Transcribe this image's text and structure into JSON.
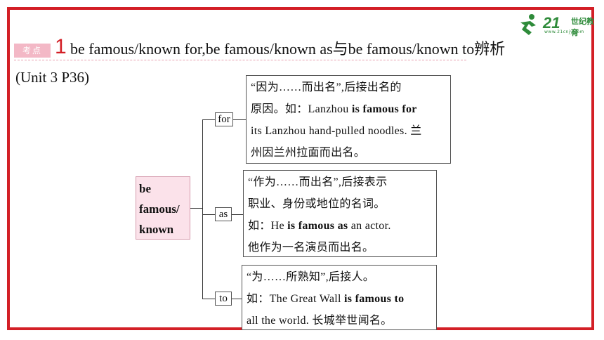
{
  "logo": {
    "mark": "21",
    "sub": "世纪教育",
    "url": "www.21cnjy.com"
  },
  "header": {
    "badge": "考点",
    "number": "1",
    "title": "be famous/known for,be famous/known as与be famous/known to辨析",
    "subtitle": "(Unit 3 P36)"
  },
  "diagram": {
    "root": [
      "be",
      "famous/",
      "known"
    ],
    "branches": [
      {
        "tag": "for",
        "lines": [
          "“因为……而出名”,后接出名的",
          "原因。如：Lanzhou ",
          "its Lanzhou hand-pulled noodles. 兰",
          "州因兰州拉面而出名。"
        ],
        "bold": "is famous for"
      },
      {
        "tag": "as",
        "lines": [
          "“作为……而出名”,后接表示",
          "职业、身份或地位的名词。",
          "如：He ",
          " an actor.",
          "他作为一名演员而出名。"
        ],
        "bold": "is famous as"
      },
      {
        "tag": "to",
        "lines": [
          "“为……所熟知”,后接人。",
          "如：The Great Wall ",
          "all the world. 长城举世闻名。"
        ],
        "bold": "is famous to"
      }
    ]
  }
}
